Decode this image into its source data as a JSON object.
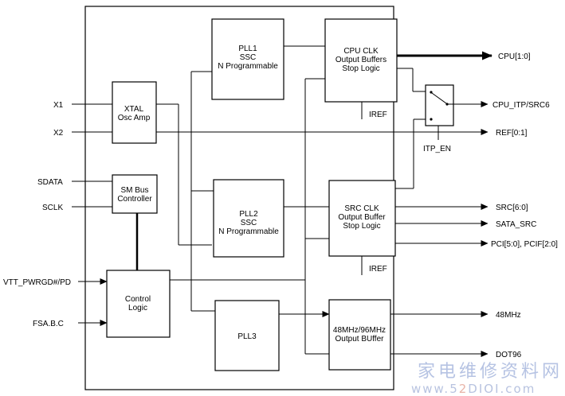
{
  "blocks": {
    "pll1": [
      "PLL1",
      "SSC",
      "N Programmable"
    ],
    "cpu_clk": [
      "CPU CLK",
      "Output Buffers",
      "Stop Logic"
    ],
    "xtal": [
      "XTAL",
      "Osc Amp"
    ],
    "smbus": [
      "SM Bus",
      "Controller"
    ],
    "pll2": [
      "PLL2",
      "SSC",
      "N Programmable"
    ],
    "src_clk": [
      "SRC CLK",
      "Output Buffer",
      "Stop Logic"
    ],
    "control": [
      "Control",
      "Logic"
    ],
    "pll3": [
      "PLL3"
    ],
    "out48": [
      "48MHz/96MHz",
      "Output BUffer"
    ]
  },
  "inputs": {
    "x1": "X1",
    "x2": "X2",
    "sdata": "SDATA",
    "sclk": "SCLK",
    "vtt_main": "VTT_PWRGD#/PD",
    "fsa": "FSA.B.C"
  },
  "outputs": {
    "cpu": "CPU[1:0]",
    "cpu_itp": "CPU_ITP/SRC6",
    "ref": "REF[0:1]",
    "src": "SRC[6:0]",
    "sata": "SATA_SRC",
    "pci": "PCI[5:0], PCIF[2:0]",
    "mhz48": "48MHz",
    "dot96": "DOT96"
  },
  "labels": {
    "iref_top": "IREF",
    "iref_bottom": "IREF",
    "itp_en": "ITP_EN"
  },
  "watermark": {
    "cn": "家电维修资料网",
    "url_a": "www.5",
    "url_b": "2",
    "url_c": "DIOI",
    "url_d": ".com"
  }
}
